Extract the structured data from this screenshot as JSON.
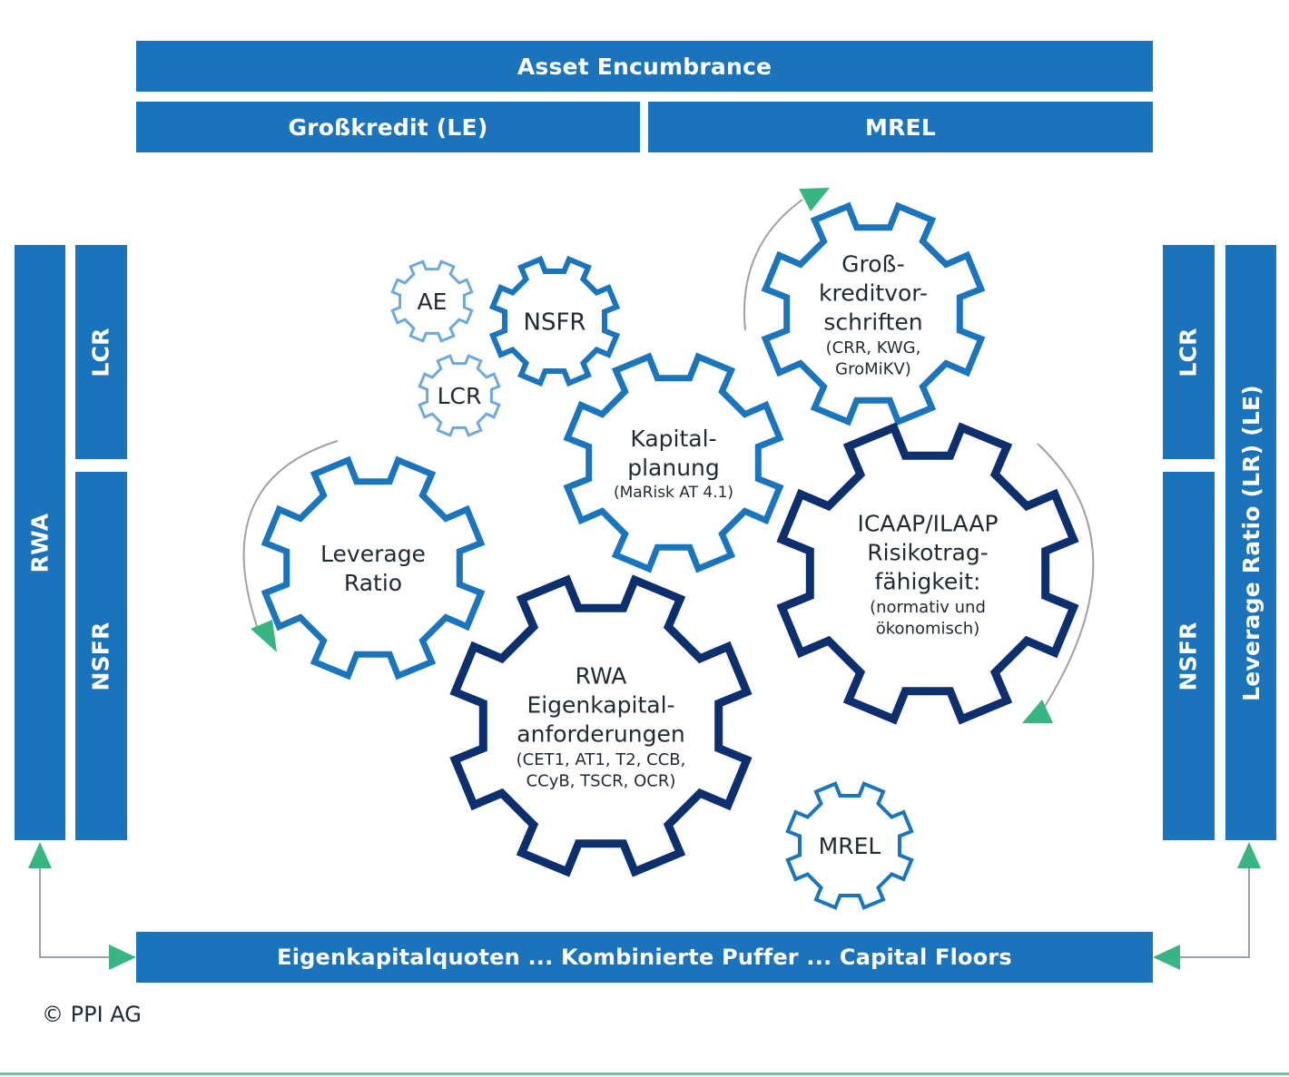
{
  "colors": {
    "bar": "#1a73bb",
    "gear_dark": "#0d2f6e",
    "gear_medium": "#1b75bc",
    "gear_light": "#6fa8dc",
    "arrow_head": "#38b583",
    "arrow_line": "#9aa3ab"
  },
  "top_bars": {
    "asset_encumbrance": "Asset Encumbrance",
    "grosskredit": "Großkredit (LE)",
    "mrel": "MREL"
  },
  "left_bars": {
    "rwa": "RWA",
    "lcr": "LCR",
    "nsfr": "NSFR"
  },
  "right_bars": {
    "lcr": "LCR",
    "nsfr": "NSFR",
    "leverage": "Leverage Ratio (LR) (LE)"
  },
  "bottom_bar": "Eigenkapitalquoten ... Kombinierte Puffer ... Capital Floors",
  "gears": {
    "ae": {
      "lines": [
        "AE"
      ],
      "small": []
    },
    "nsfr": {
      "lines": [
        "NSFR"
      ],
      "small": []
    },
    "lcr": {
      "lines": [
        "LCR"
      ],
      "small": []
    },
    "grosskredit": {
      "lines": [
        "Groß-",
        "kreditvor-",
        "schriften"
      ],
      "small": [
        "(CRR, KWG,",
        "GroMiKV)"
      ]
    },
    "kapital": {
      "lines": [
        "Kapital-",
        "planung"
      ],
      "small": [
        "(MaRisk AT 4.1)"
      ]
    },
    "leverage": {
      "lines": [
        "Leverage",
        "Ratio"
      ],
      "small": []
    },
    "icaap": {
      "lines": [
        "ICAAP/ILAAP",
        "Risikotrag-",
        "fähigkeit:"
      ],
      "small": [
        "(normativ und",
        "ökonomisch)"
      ]
    },
    "rwa": {
      "lines": [
        "RWA",
        "Eigenkapital-",
        "anforderungen"
      ],
      "small": [
        "(CET1, AT1, T2, CCB,",
        "CCyB, TSCR, OCR)"
      ]
    },
    "mrel": {
      "lines": [
        "MREL"
      ],
      "small": []
    }
  },
  "copyright": "© PPI AG"
}
